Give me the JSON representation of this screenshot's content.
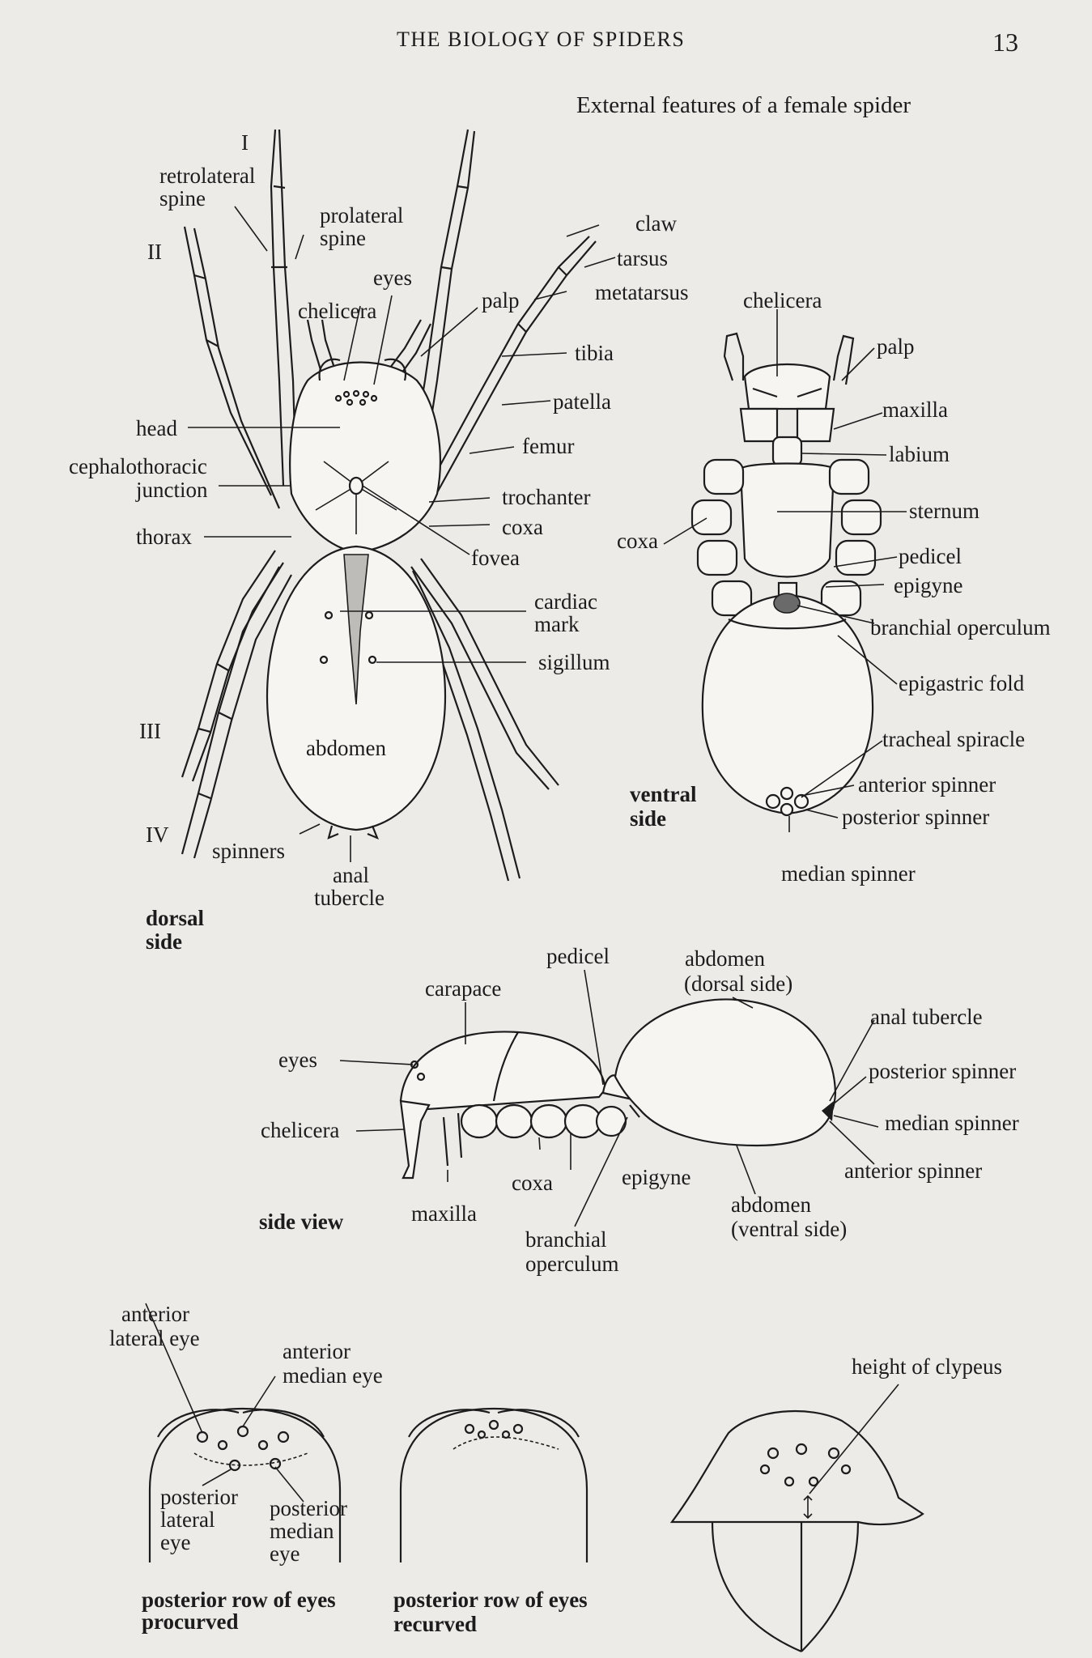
{
  "header": {
    "running_title": "THE BIOLOGY OF SPIDERS",
    "page_number": "13"
  },
  "figure_title": "External features of a female spider",
  "dorsal": {
    "leg_numbers": [
      "I",
      "II",
      "III",
      "IV"
    ],
    "view_label": [
      "dorsal",
      "side"
    ],
    "labels": {
      "retrolateral_spine": [
        "retrolateral",
        "spine"
      ],
      "prolateral_spine": [
        "prolateral",
        "spine"
      ],
      "eyes": "eyes",
      "chelicera": "chelicera",
      "palp": "palp",
      "claw": "claw",
      "tarsus": "tarsus",
      "metatarsus": "metatarsus",
      "tibia": "tibia",
      "patella": "patella",
      "femur": "femur",
      "head": "head",
      "cephalothoracic_junction": [
        "cephalothoracic",
        "junction"
      ],
      "trochanter": "trochanter",
      "coxa": "coxa",
      "thorax": "thorax",
      "fovea": "fovea",
      "cardiac_mark": [
        "cardiac",
        "mark"
      ],
      "sigillum": "sigillum",
      "abdomen": "abdomen",
      "spinners": "spinners",
      "anal_tubercle": [
        "anal",
        "tubercle"
      ]
    }
  },
  "ventral": {
    "view_label": [
      "ventral",
      "side"
    ],
    "labels": {
      "chelicera": "chelicera",
      "palp": "palp",
      "maxilla": "maxilla",
      "labium": "labium",
      "sternum": "sternum",
      "coxa": "coxa",
      "pedicel": "pedicel",
      "epigyne": "epigyne",
      "branchial_operculum": "branchial operculum",
      "epigastric_fold": "epigastric fold",
      "tracheal_spiracle": "tracheal spiracle",
      "anterior_spinner": "anterior spinner",
      "posterior_spinner": "posterior spinner",
      "median_spinner": "median spinner"
    }
  },
  "side_view": {
    "view_label": "side view",
    "labels": {
      "pedicel": "pedicel",
      "abdomen_dorsal": [
        "abdomen",
        "(dorsal side)"
      ],
      "carapace": "carapace",
      "eyes": "eyes",
      "chelicera": "chelicera",
      "anal_tubercle": "anal tubercle",
      "posterior_spinner": "posterior spinner",
      "median_spinner": "median spinner",
      "anterior_spinner": "anterior spinner",
      "coxa": "coxa",
      "epigyne": "epigyne",
      "maxilla": "maxilla",
      "branchial_operculum": [
        "branchial",
        "operculum"
      ],
      "abdomen_ventral": [
        "abdomen",
        "(ventral side)"
      ]
    }
  },
  "eyes_panel": {
    "anterior_lateral_eye": [
      "anterior",
      "lateral eye"
    ],
    "anterior_median_eye": [
      "anterior",
      "median eye"
    ],
    "posterior_lateral_eye": [
      "posterior",
      "lateral",
      "eye"
    ],
    "posterior_median_eye": [
      "posterior",
      "median",
      "eye"
    ],
    "procurved_caption": [
      "posterior row of eyes",
      "procurved"
    ],
    "recurved_caption": [
      "posterior row of eyes",
      "recurved"
    ],
    "height_of_clypeus": "height of clypeus"
  }
}
